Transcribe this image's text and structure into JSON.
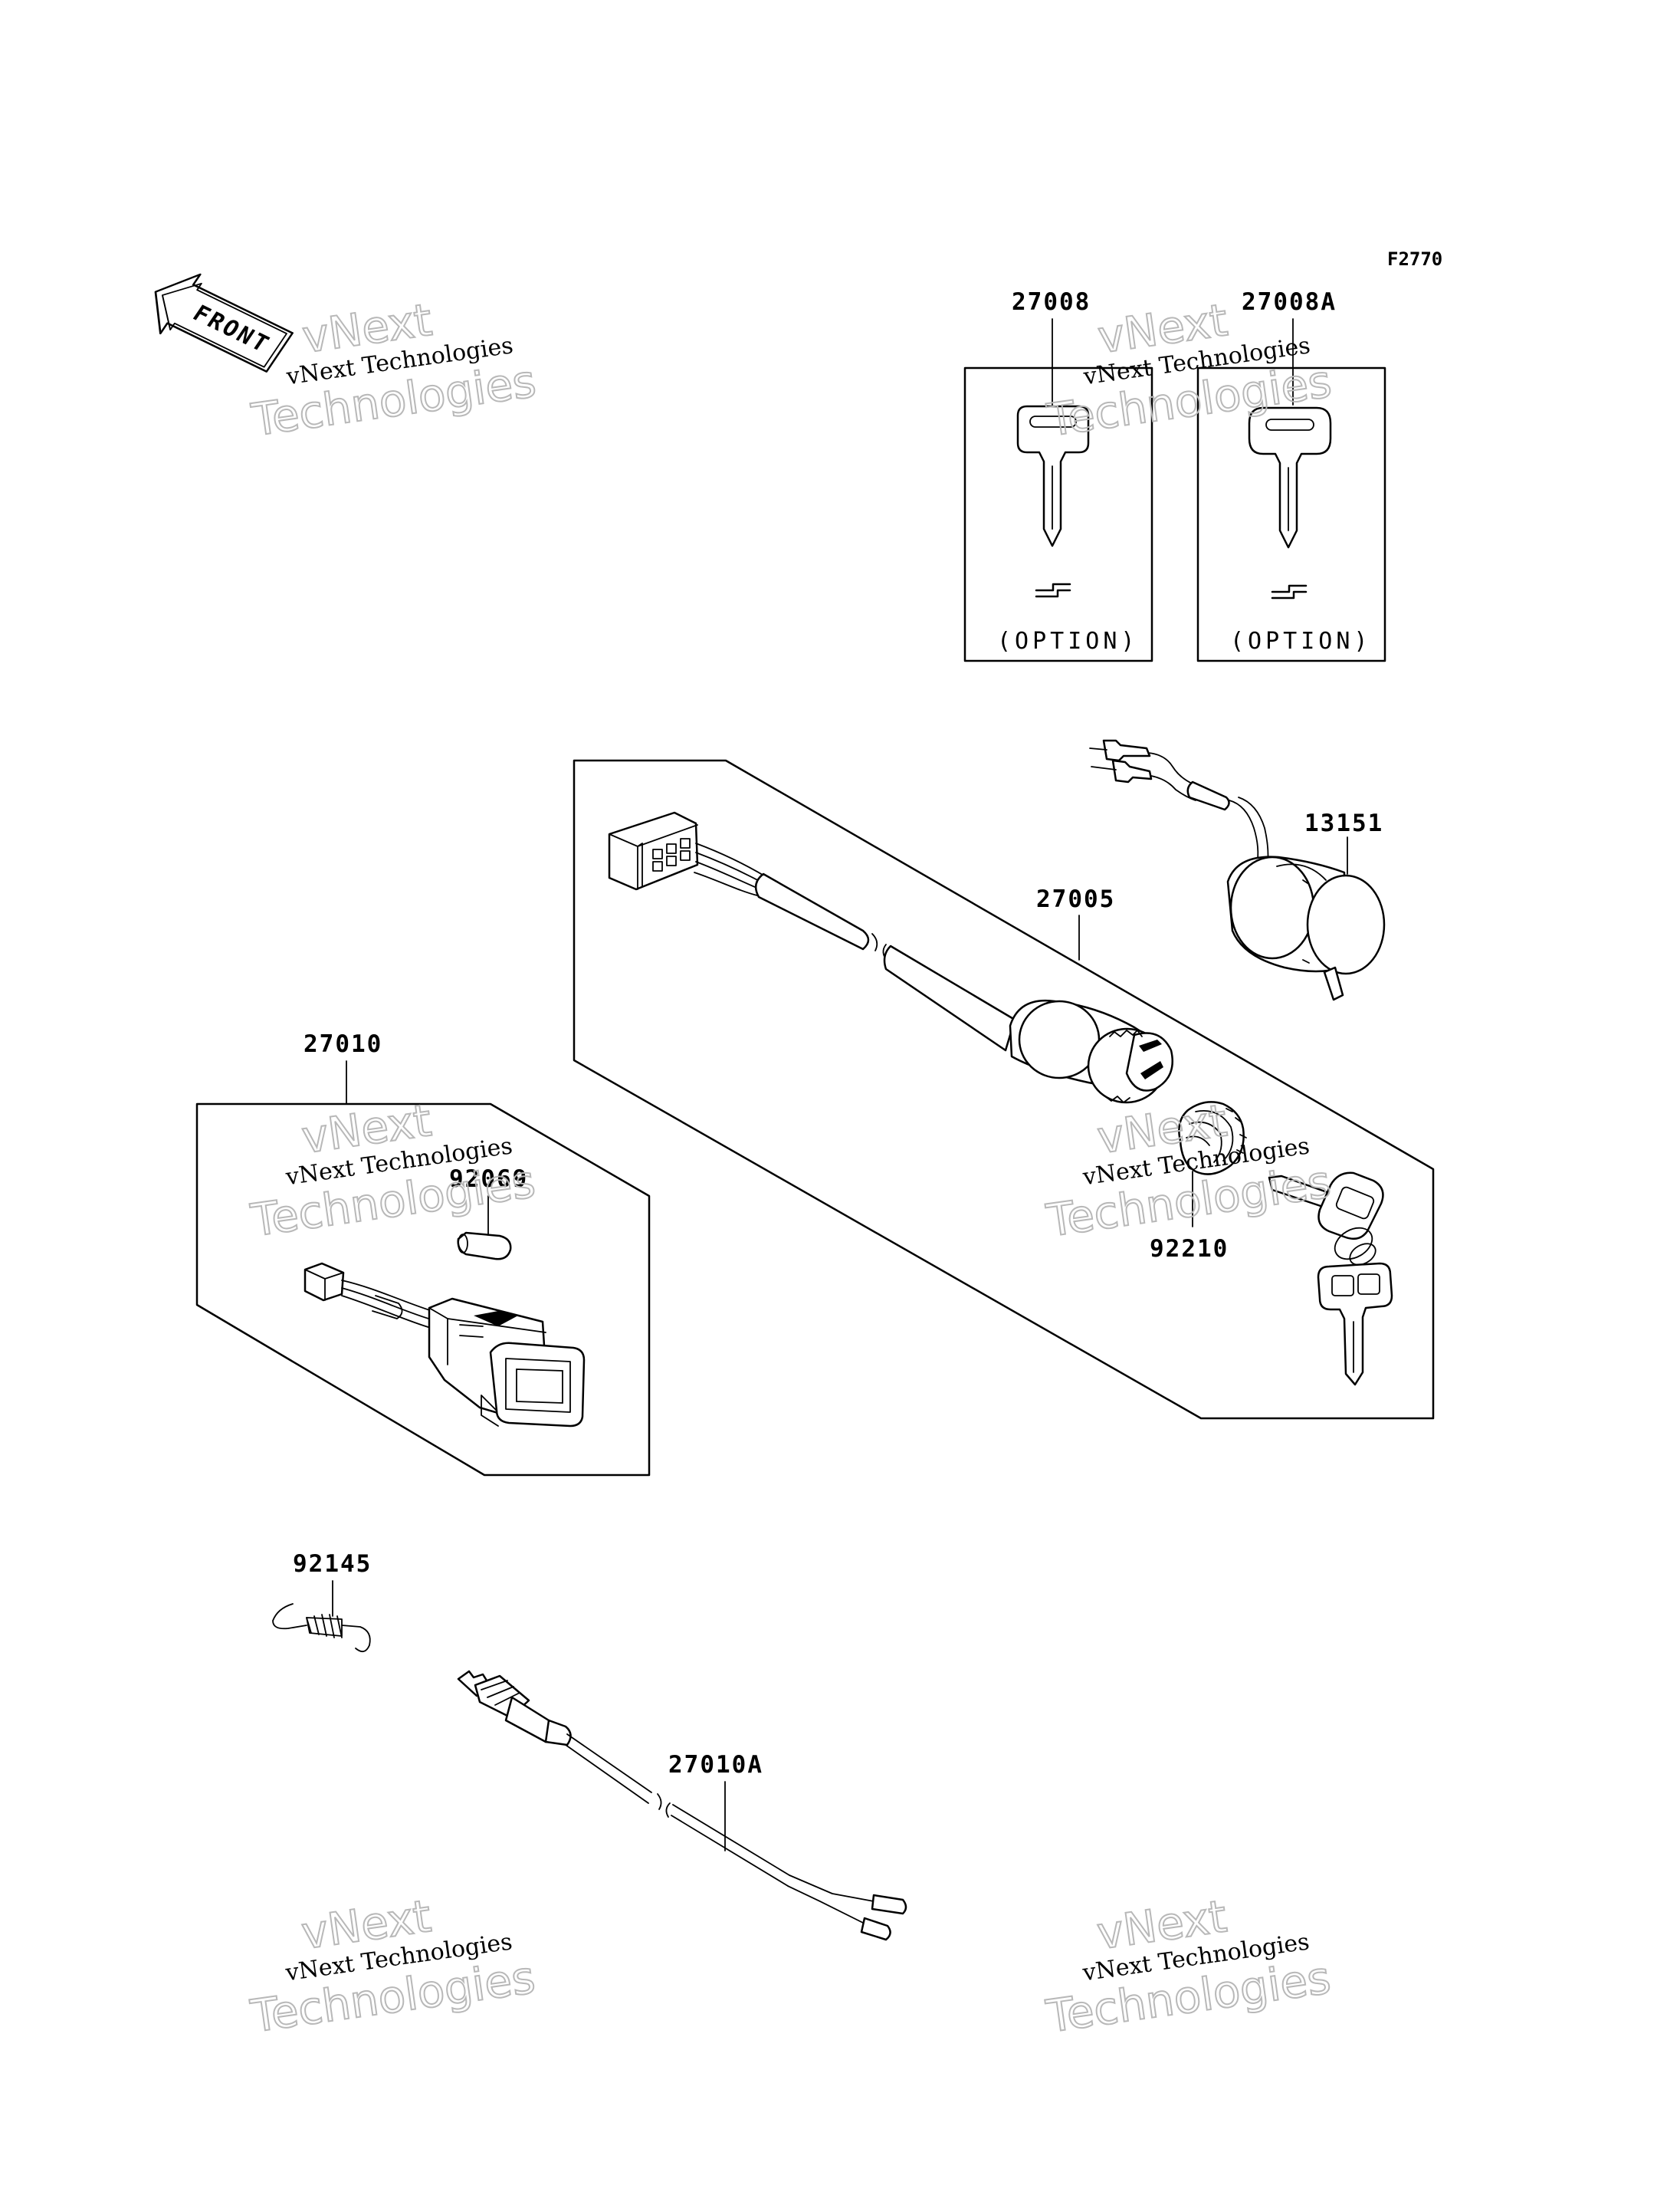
{
  "figure_code": "F2770",
  "front_label": "FRONT",
  "labels": {
    "key_a": "27008",
    "key_b": "27008A",
    "option_a": "(OPTION)",
    "option_b": "(OPTION)",
    "switch_harness": "13151",
    "ignition_switch": "27005",
    "nut": "92210",
    "pilot_switch": "27010",
    "bulb": "92069",
    "spring": "92145",
    "stop_switch": "27010A"
  },
  "watermark": {
    "line1": "vNext Technologies",
    "line2": "vNext",
    "line3": "Technologies"
  }
}
